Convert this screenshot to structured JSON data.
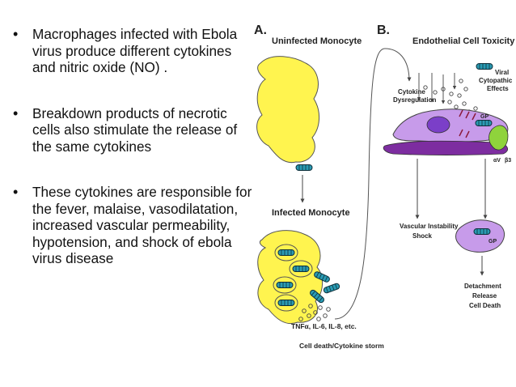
{
  "bullets": [
    "Macrophages infected with Ebola virus produce different cytokines and nitric oxide (NO) .",
    "Breakdown products of necrotic cells also stimulate the release of the same cytokines",
    "These cytokines are responsible for the fever, malaise, vasodilatation, increased vascular permeability, hypotension, and shock of ebola virus disease"
  ],
  "figure": {
    "panel_a": {
      "label": "A.",
      "uninfected_title": "Uninfected Monocyte",
      "infected_title": "Infected Monocyte",
      "cytokines_label": "TNFα, IL-6, IL-8, etc.",
      "storm_label": "Cell death/Cytokine storm"
    },
    "panel_b": {
      "label": "B.",
      "title": "Endothelial Cell Toxicity",
      "cytokine_dysregulation": [
        "Cytokine",
        "Dysregulation"
      ],
      "viral_effects": [
        "Viral",
        "Cytopathic",
        "Effects"
      ],
      "gp_label": "GP",
      "gp_label_2": "GP",
      "integrin_left": "αV",
      "integrin_right": "β3",
      "vascular": [
        "Vascular Instability",
        "Shock"
      ],
      "detachment": [
        "Detachment",
        "Release",
        "Cell Death"
      ]
    }
  }
}
